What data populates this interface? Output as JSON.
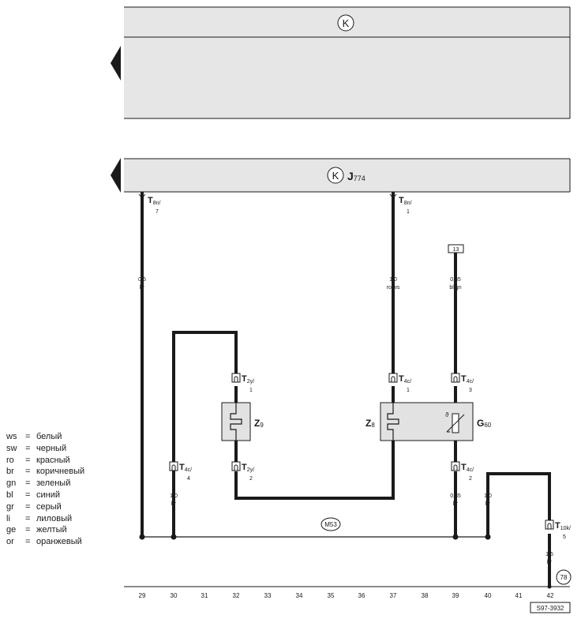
{
  "blocks": {
    "top": {
      "symbol": "K"
    },
    "control_unit": {
      "symbol": "K",
      "label": "J",
      "sub": "774"
    }
  },
  "connectors": {
    "t8n_7": {
      "main": "T",
      "sub": "8n/",
      "pin": "7"
    },
    "t8n_1": {
      "main": "T",
      "sub": "8n/",
      "pin": "1"
    },
    "t2y_1": {
      "main": "T",
      "sub": "2y/",
      "pin": "1"
    },
    "t2y_2": {
      "main": "T",
      "sub": "2y/",
      "pin": "2"
    },
    "t4c_1": {
      "main": "T",
      "sub": "4c/",
      "pin": "1"
    },
    "t4c_3": {
      "main": "T",
      "sub": "4c/",
      "pin": "3"
    },
    "t4c_4": {
      "main": "T",
      "sub": "4c/",
      "pin": "4"
    },
    "t4c_2": {
      "main": "T",
      "sub": "4c/",
      "pin": "2"
    },
    "t10k_5": {
      "main": "T",
      "sub": "10k/",
      "pin": "5"
    }
  },
  "wires": {
    "w29": {
      "size": "0,5",
      "color": "br"
    },
    "w37": {
      "size": "1,0",
      "color": "ro/ws"
    },
    "w39": {
      "size": "0,35",
      "color": "bl/gn"
    },
    "w30": {
      "size": "1,0",
      "color": "br"
    },
    "w39b": {
      "size": "0,35",
      "color": "br"
    },
    "w40": {
      "size": "1,0",
      "color": "br"
    },
    "w42": {
      "size": "1,5",
      "color": "br"
    }
  },
  "components": {
    "z9": {
      "main": "Z",
      "sub": "9"
    },
    "z8": {
      "main": "Z",
      "sub": "8"
    },
    "g60": {
      "main": "G",
      "sub": "60"
    }
  },
  "refs": {
    "box13": "13",
    "m53": "M53",
    "circle78": "78",
    "doc_code": "S97-3932"
  },
  "columns": [
    "29",
    "30",
    "31",
    "32",
    "33",
    "34",
    "35",
    "36",
    "37",
    "38",
    "39",
    "40",
    "41",
    "42"
  ],
  "legend": [
    {
      "code": "ws",
      "eq": "=",
      "name": "белый"
    },
    {
      "code": "sw",
      "eq": "=",
      "name": "черный"
    },
    {
      "code": "ro",
      "eq": "=",
      "name": "красный"
    },
    {
      "code": "br",
      "eq": "=",
      "name": "коричневый"
    },
    {
      "code": "gn",
      "eq": "=",
      "name": "зеленый"
    },
    {
      "code": "bl",
      "eq": "=",
      "name": "синий"
    },
    {
      "code": "gr",
      "eq": "=",
      "name": "серый"
    },
    {
      "code": "li",
      "eq": "=",
      "name": "лиловый"
    },
    {
      "code": "ge",
      "eq": "=",
      "name": "желтый"
    },
    {
      "code": "or",
      "eq": "=",
      "name": "оранжевый"
    }
  ],
  "colors": {
    "panel_fill": "#e6e6e6",
    "component_fill": "#e2e2e2",
    "wire": "#1a1a1a"
  }
}
